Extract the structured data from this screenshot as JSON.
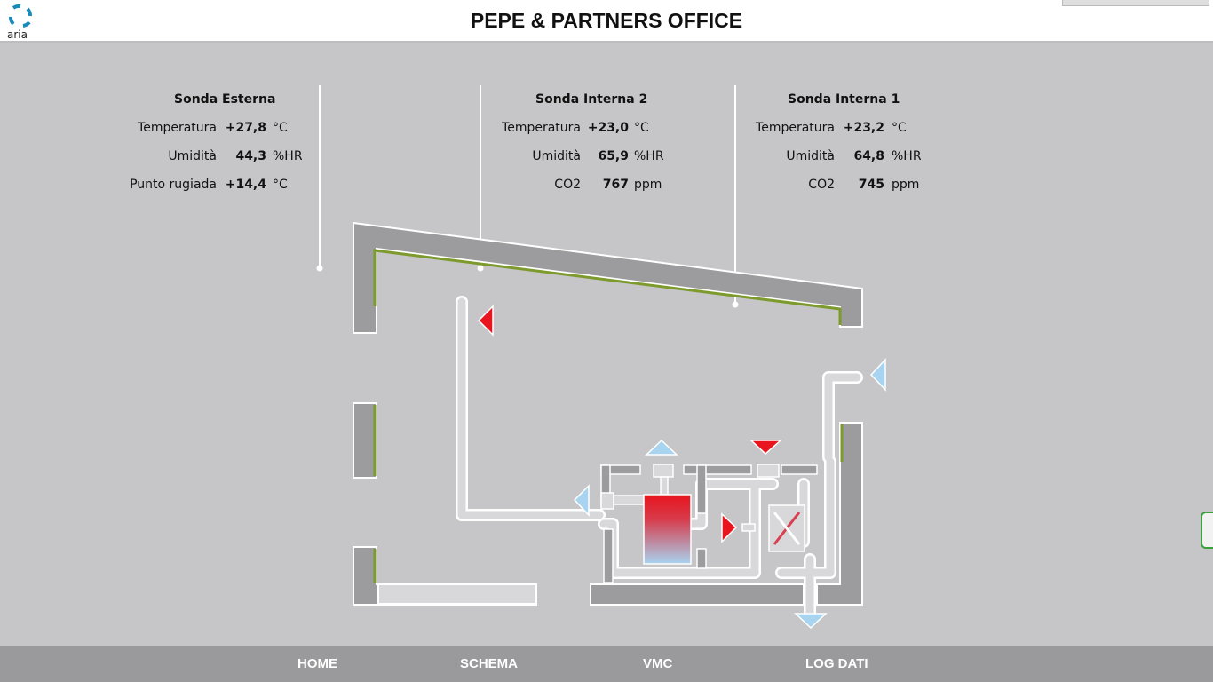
{
  "header": {
    "logo_text": "aria",
    "title": "PEPE & PARTNERS OFFICE"
  },
  "sensors": [
    {
      "name": "Sonda Esterna",
      "rows": [
        {
          "label": "Temperatura",
          "value": "+27,8",
          "unit": "°C"
        },
        {
          "label": "Umidità",
          "value": "44,3",
          "unit": "%HR"
        },
        {
          "label": "Punto rugiada",
          "value": "+14,4",
          "unit": "°C"
        }
      ]
    },
    {
      "name": "Sonda Interna 2",
      "rows": [
        {
          "label": "Temperatura",
          "value": "+23,0",
          "unit": "°C"
        },
        {
          "label": "Umidità",
          "value": "65,9",
          "unit": "%HR"
        },
        {
          "label": "CO2",
          "value": "767",
          "unit": "ppm"
        }
      ]
    },
    {
      "name": "Sonda Interna 1",
      "rows": [
        {
          "label": "Temperatura",
          "value": "+23,2",
          "unit": "°C"
        },
        {
          "label": "Umidità",
          "value": "64,8",
          "unit": "%HR"
        },
        {
          "label": "CO2",
          "value": "745",
          "unit": "ppm"
        }
      ]
    }
  ],
  "nav": [
    "HOME",
    "SCHEMA",
    "VMC",
    "LOG DATI"
  ],
  "colors": {
    "hot": "#e8141e",
    "cold": "#a8d4f0",
    "wall": "#9c9b9d",
    "insulation": "#7d9a2c",
    "background": "#c6c5c7"
  }
}
